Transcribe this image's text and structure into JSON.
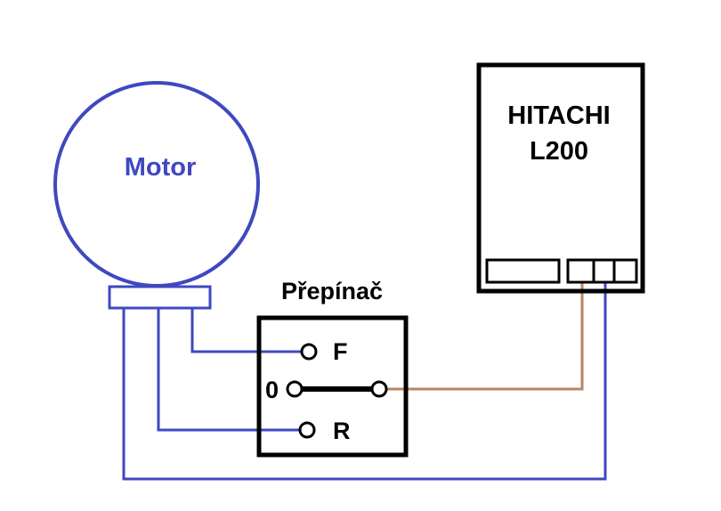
{
  "colors": {
    "motor_blue": "#3f48c0",
    "wire_blue": "#3f48c0",
    "wire_brown": "#b98462",
    "outline_black": "#000000",
    "background": "#ffffff"
  },
  "motor": {
    "label": "Motor",
    "terminals": 3
  },
  "switch": {
    "title": "Přepínač",
    "positions": [
      {
        "id": "forward",
        "label": "F"
      },
      {
        "id": "neutral",
        "label": "0"
      },
      {
        "id": "reverse",
        "label": "R"
      }
    ]
  },
  "inverter": {
    "line1": "HITACHI",
    "line2": "L200"
  },
  "connections": [
    {
      "from": "motor-terminal-3",
      "to": "switch-F",
      "color": "blue"
    },
    {
      "from": "motor-terminal-2",
      "to": "switch-R",
      "color": "blue"
    },
    {
      "from": "motor-terminal-1",
      "to": "inverter-terminal-2",
      "color": "blue"
    },
    {
      "from": "switch-common",
      "to": "inverter-terminal-1",
      "color": "brown"
    }
  ]
}
